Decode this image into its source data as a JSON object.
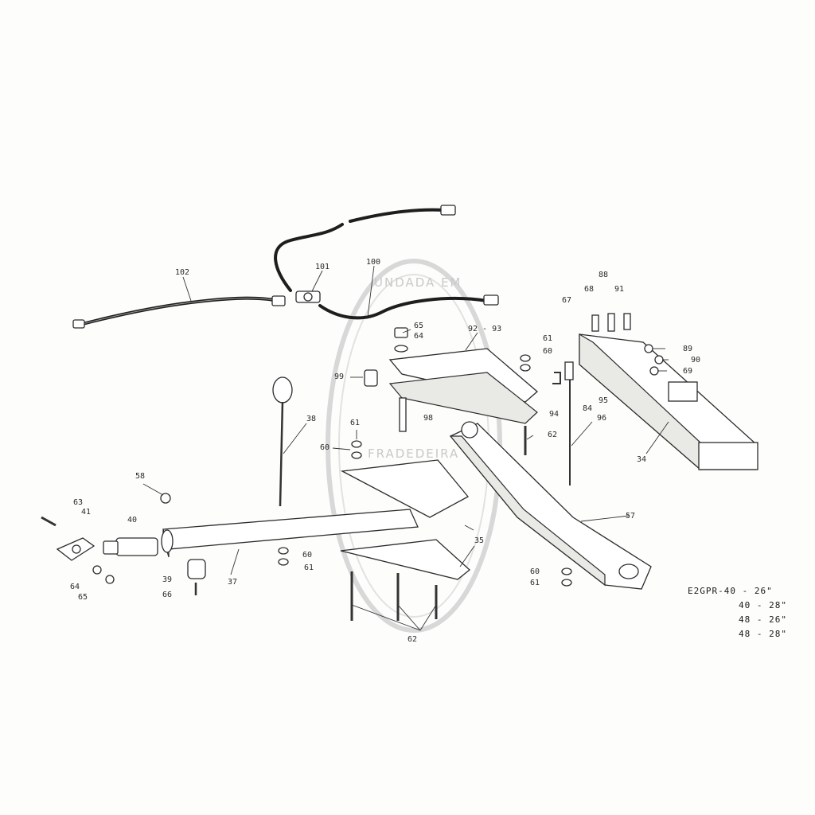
{
  "diagram": {
    "watermark": {
      "text_top": "UNDADA EM",
      "text_bottom": "FRADEDEIRA"
    },
    "model_table": [
      "E2GPR-40 - 26\"",
      "40 - 28\"",
      "48 - 26\"",
      "48 - 28\""
    ],
    "callouts": {
      "c102": "102",
      "c101": "101",
      "c100": "100",
      "c65a": "65",
      "c64a": "64",
      "c9293": "92 - 93",
      "c99": "99",
      "c98": "98",
      "c38": "38",
      "c61a": "61",
      "c60a": "60",
      "c61b": "61",
      "c60b": "60",
      "c62a": "62",
      "c94": "94",
      "c84": "84",
      "c95": "95",
      "c96": "96",
      "c67": "67",
      "c68": "68",
      "c88": "88",
      "c91": "91",
      "c89": "89",
      "c90": "90",
      "c69": "69",
      "c34": "34",
      "c57": "57",
      "c58": "58",
      "c63": "63",
      "c41": "41",
      "c40": "40",
      "c64b": "64",
      "c65b": "65",
      "c39": "39",
      "c66": "66",
      "c37": "37",
      "c60c": "60",
      "c61c": "61",
      "c35": "35",
      "c60d": "60",
      "c61d": "61",
      "c62b": "62"
    }
  }
}
